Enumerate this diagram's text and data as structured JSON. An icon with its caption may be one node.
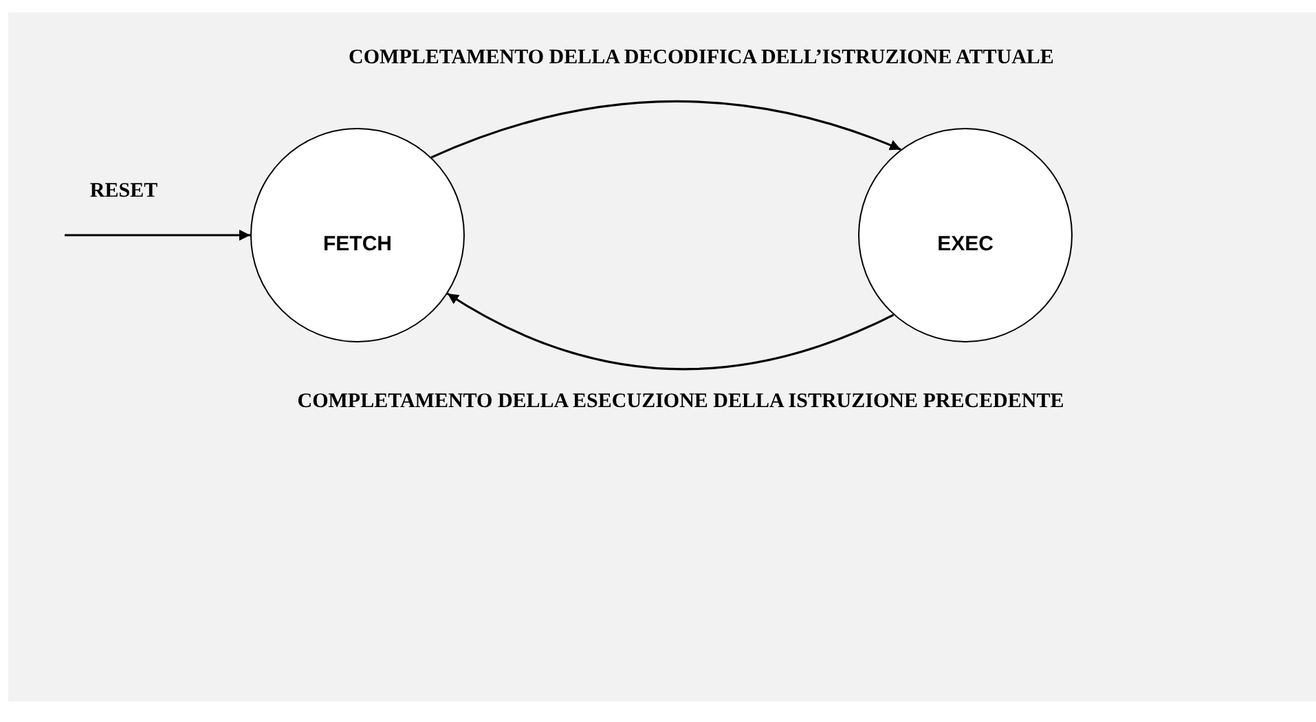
{
  "diagram": {
    "nodes": [
      {
        "text": [
          "FETCH"
        ]
      },
      {
        "text": [
          "EXEC"
        ]
      }
    ],
    "edges": [
      {
        "from": null,
        "to": 0,
        "arrow": "to",
        "label": "RESET"
      },
      {
        "from": 0,
        "to": 1,
        "arrow": "to",
        "label": "COMPLETAMENTO DELLA DECODIFICA DELL’ISTRUZIONE ATTUALE"
      },
      {
        "from": 1,
        "to": 0,
        "arrow": "to",
        "label": "COMPLETAMENTO DELLA ESECUZIONE DELLA ISTRUZIONE PRECEDENTE"
      }
    ]
  }
}
